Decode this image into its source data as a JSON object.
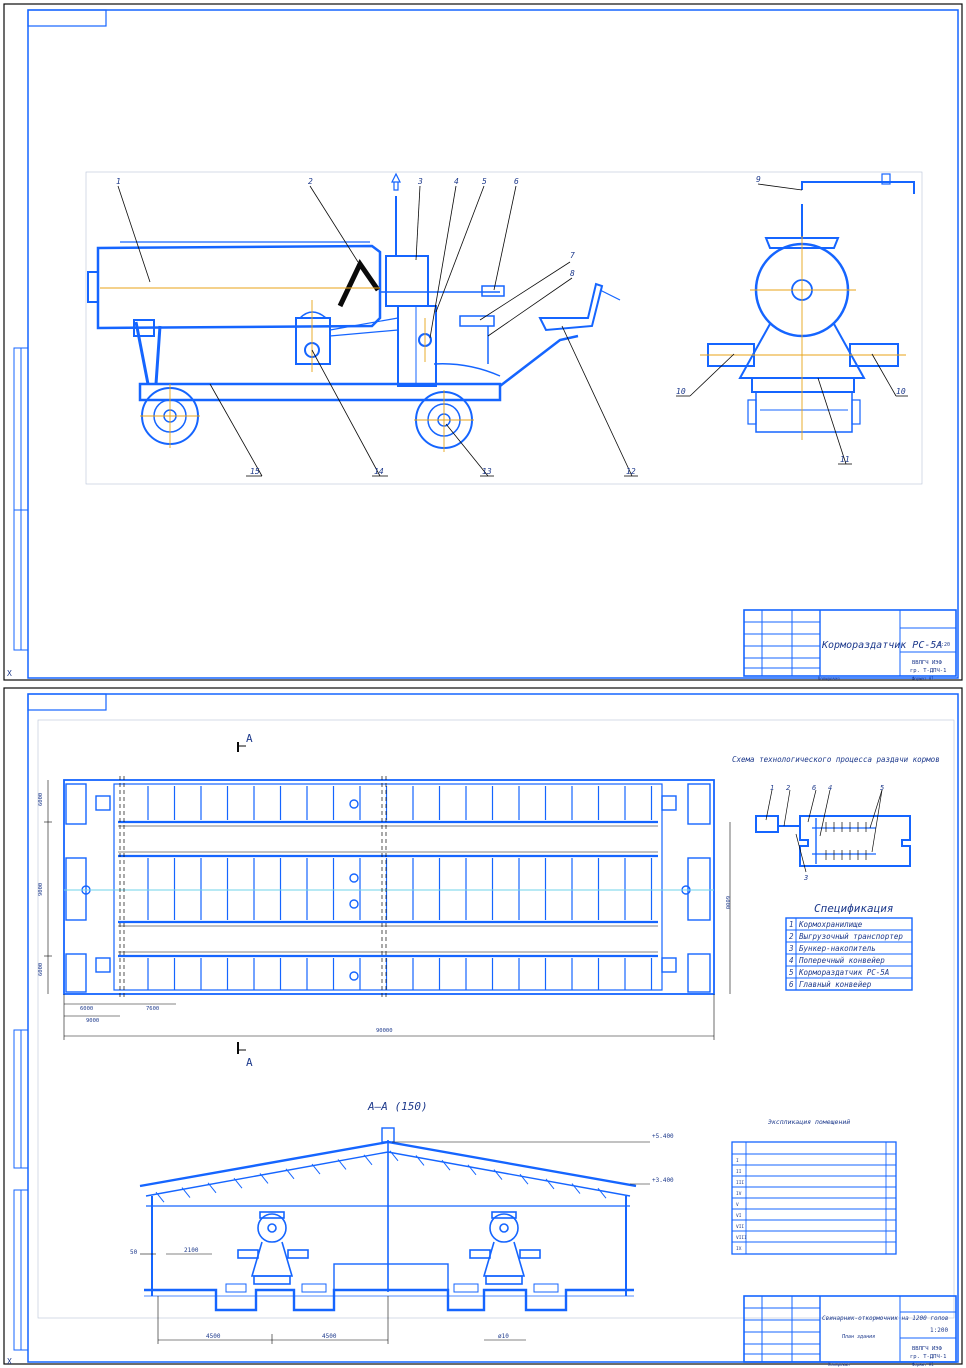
{
  "colors": {
    "frame": "#0a0a0a",
    "drawing": "#1565ff",
    "text": "#1e3a8c",
    "axis": "#e8a317",
    "paper": "#ffffff"
  },
  "sheet1": {
    "callouts": [
      "1",
      "2",
      "3",
      "4",
      "5",
      "6",
      "7",
      "8",
      "9",
      "10",
      "10",
      "11",
      "12",
      "13",
      "14",
      "15"
    ],
    "title_block": {
      "title": "Кормораздатчик РС-5А",
      "scale": "1:20",
      "group": "ВВЛГЧ ИЭФ",
      "group2": "гр. Т-ДПЧ-1",
      "sheet": "1",
      "format": "Формат А1",
      "copy": "Копировал"
    }
  },
  "sheet2": {
    "section_mark": "А",
    "section_title": "А–А (150)",
    "dims_plan": [
      "6000",
      "9000",
      "6000",
      "6000",
      "7600",
      "6000",
      "9000",
      "90000"
    ],
    "dims_section": [
      "+5.400",
      "+3.400",
      "50",
      "2100",
      "4500",
      "4500",
      "ø10"
    ],
    "scheme_title": "Схема технологического процесса раздачи кормов",
    "scheme_callouts": [
      "1",
      "2",
      "3",
      "4",
      "5",
      "6"
    ],
    "spec_title": "Спецификация",
    "spec_items": [
      {
        "n": "1",
        "name": "Кормохранилище"
      },
      {
        "n": "2",
        "name": "Выгрузочный транспортер"
      },
      {
        "n": "3",
        "name": "Бункер-накопитель"
      },
      {
        "n": "4",
        "name": "Поперечный конвейер"
      },
      {
        "n": "5",
        "name": "Кормораздатчик РС-5А"
      },
      {
        "n": "6",
        "name": "Главный конвейер"
      }
    ],
    "explication_title": "Экспликация помещений",
    "explication_rows": [
      "I",
      "II",
      "III",
      "IV",
      "V",
      "VI",
      "VII",
      "VIII",
      "IX"
    ],
    "title_block": {
      "title": "Свинарник-откормочник на 1200 голов",
      "subtitle": "План здания",
      "scale": "1:200",
      "group": "ВВЛГЧ ИЭФ",
      "group2": "гр. Т-ДПЧ-1",
      "format": "Формат А1",
      "copy": "Копировал"
    }
  }
}
